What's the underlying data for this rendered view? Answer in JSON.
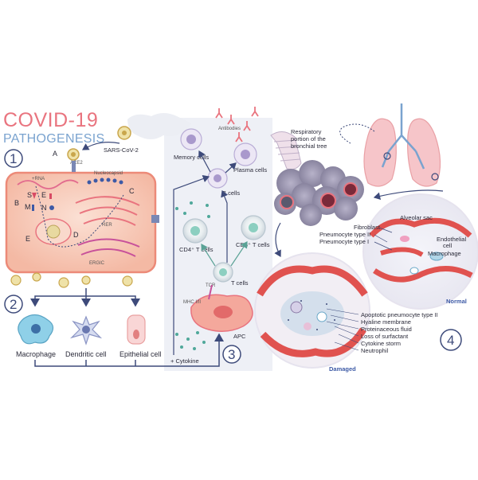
{
  "title": {
    "line1": "COVID-19",
    "line2": "PATHOGENESIS"
  },
  "panel1": {
    "number": "1",
    "virus": "SARS-CoV-2",
    "receptor": "ACE2",
    "step_a": "A",
    "step_b": "B",
    "step_c": "C",
    "step_d": "D",
    "step_e": "E",
    "rna": "+RNA",
    "nucleocapsid": "Nucleocapsid",
    "protein_s": "S",
    "protein_e": "E",
    "protein_m": "M",
    "protein_n": "N",
    "rer": "RER",
    "ergic": "ERGIC"
  },
  "panel2": {
    "number": "2",
    "macrophage": "Macrophage",
    "dendritic": "Dendritic cell",
    "epithelial": "Epithelial cell",
    "cytokine": "+ Cytokine"
  },
  "panel3": {
    "number": "3",
    "antibodies": "Antibodies",
    "memory": "Memory cells",
    "plasma": "Plasma cells",
    "bcells": "B cells",
    "cd4": "CD4⁺ T cells",
    "cd8": "CD8⁺ T cells",
    "tcells": "T cells",
    "tcr": "TCR",
    "mhc": "MHC I/II",
    "apc": "APC"
  },
  "panel4": {
    "number": "4",
    "respiratory_l1": "Respiratory",
    "respiratory_l2": "portion of the",
    "respiratory_l3": "bronchial tree",
    "alveolar": "Alveolar sac",
    "fibroblast": "Fibroblast",
    "pneumo2": "Pneumocyte type II",
    "pneumo1": "Pneumocyte type I",
    "endothelial_l1": "Endothelial",
    "endothelial_l2": "cell",
    "macrophage": "Macrophage",
    "normal": "Normal",
    "damaged": "Damaged",
    "legend": [
      "Apoptotic pneumocyte type II",
      "Hyaline membrane",
      "Proteinaceous fluid",
      "Loss of surfactant",
      "Cytokine storm",
      "Neutrophil"
    ]
  },
  "colors": {
    "title_red": "#e9747f",
    "title_blue": "#7aa3cf",
    "cell_pink": "#f6c9b6",
    "cell_border": "#ec8a78",
    "panel_gray": "#eef0f6",
    "number_ring": "#3d4a7a"
  }
}
